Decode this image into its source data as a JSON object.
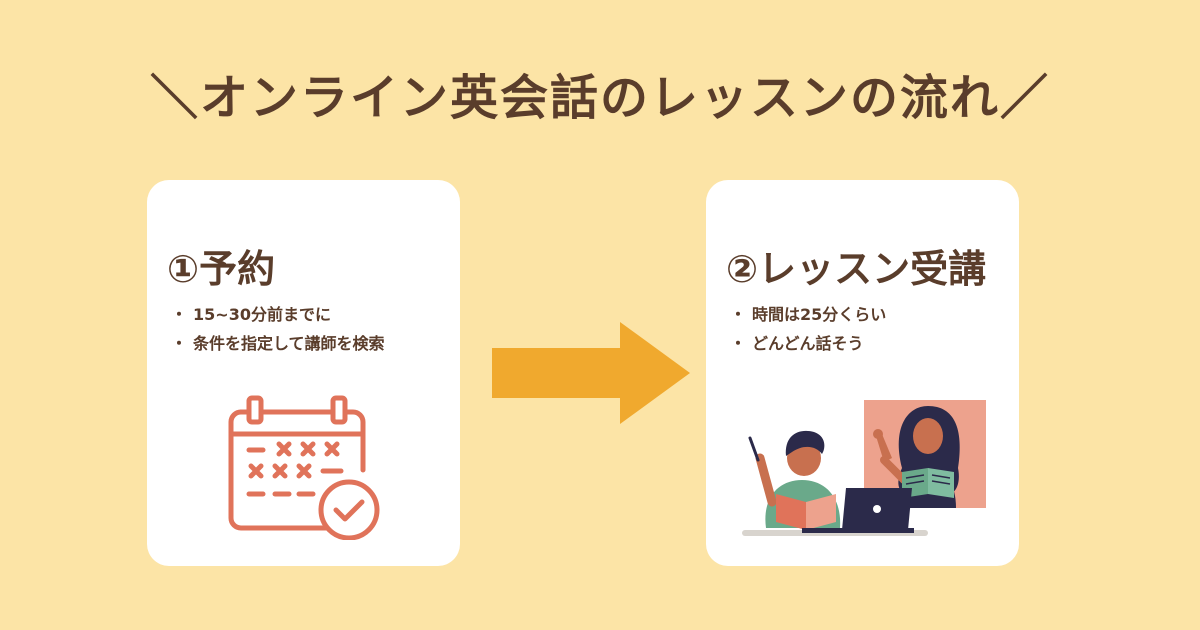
{
  "title": "＼オンライン英会話のレッスンの流れ／",
  "steps": [
    {
      "title": "①予約",
      "bullets": [
        "15~30分前までに",
        "条件を指定して講師を検索"
      ],
      "icon": "calendar-check-icon"
    },
    {
      "title": "②レッスン受講",
      "bullets": [
        "時間は25分くらい",
        "どんどん話そう"
      ],
      "icon": "online-lesson-illustration"
    }
  ],
  "bullet_mark": "・",
  "colors": {
    "background": "#fce4a6",
    "card": "#ffffff",
    "text": "#5a3d2b",
    "arrow": "#f0a92e",
    "icon": "#e0735a"
  }
}
